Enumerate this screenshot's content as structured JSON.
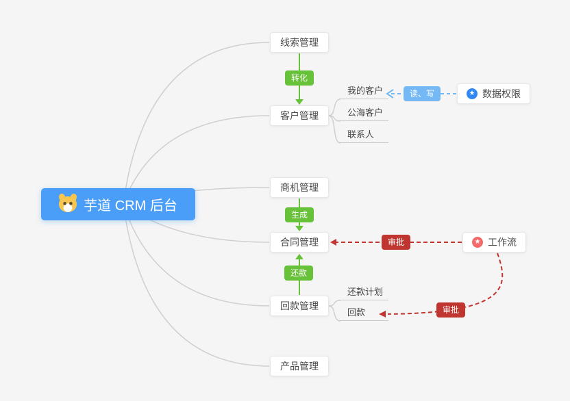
{
  "root": {
    "label": "芋道 CRM 后台"
  },
  "nodes": {
    "clue": "线索管理",
    "customer": "客户管理",
    "business": "商机管理",
    "contract": "合同管理",
    "receivable": "回款管理",
    "product": "产品管理"
  },
  "customer_children": {
    "my_customer": "我的客户",
    "public_customer": "公海客户",
    "contact": "联系人"
  },
  "receivable_children": {
    "repay_plan": "还款计划",
    "receivable_item": "回款"
  },
  "side_nodes": {
    "data_permission": "数据权限",
    "workflow": "工作流"
  },
  "edges": {
    "convert": "转化",
    "generate": "生成",
    "repay": "还款",
    "read_write": "读、写",
    "approve_contract": "审批",
    "approve_receivable": "审批"
  },
  "icons": {
    "logo": "dog-face",
    "data_permission": "star-circle-blue",
    "workflow": "star-circle-pink",
    "star_glyph": "★"
  },
  "colors": {
    "root_blue": "#4b9ef7",
    "edge_green": "#67c23a",
    "edge_light_blue": "#74b9f5",
    "edge_red": "#c13530",
    "wire_gray": "#cfcfcf",
    "background": "#f5f5f5"
  }
}
